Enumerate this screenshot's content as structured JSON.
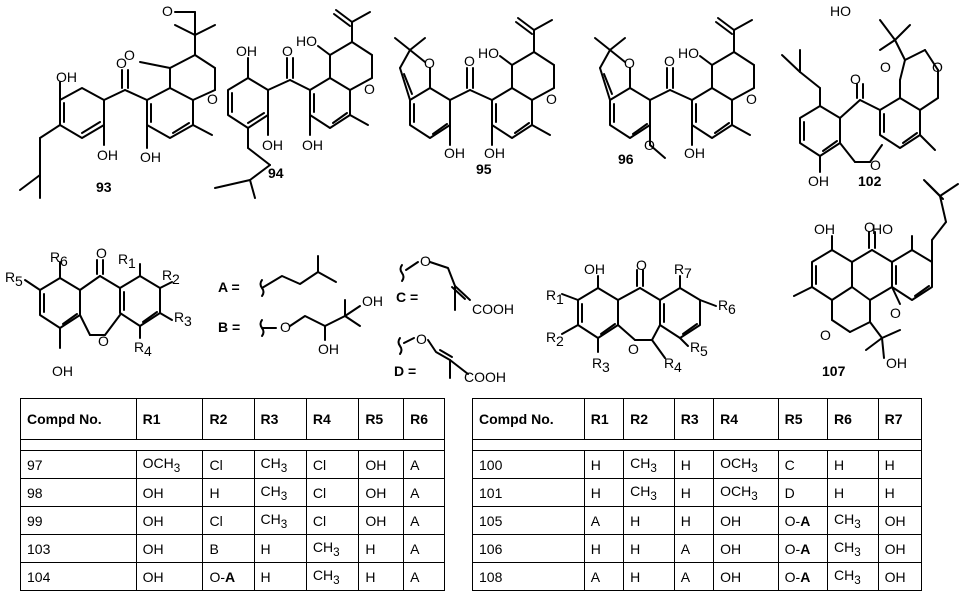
{
  "compound_labels": {
    "c93": "93",
    "c94": "94",
    "c95": "95",
    "c96": "96",
    "c102": "102",
    "c107": "107"
  },
  "atoms": {
    "OH": "OH",
    "O": "O",
    "HO": "HO",
    "COOH": "COOH"
  },
  "substituents": {
    "A": "A =",
    "B": "B =",
    "C": "C =",
    "D": "D ="
  },
  "r_labels": [
    "R",
    "1",
    "2",
    "3",
    "4",
    "5",
    "6",
    "7"
  ],
  "table_left": {
    "headers": [
      "Compd No.",
      "R1",
      "R2",
      "R3",
      "R4",
      "R5",
      "R6"
    ],
    "rows": [
      [
        "97",
        "OCH3",
        "Cl",
        "CH3",
        "Cl",
        "OH",
        "A"
      ],
      [
        "98",
        "OH",
        "H",
        "CH3",
        "Cl",
        "OH",
        "A"
      ],
      [
        "99",
        "OH",
        "Cl",
        "CH3",
        "Cl",
        "OH",
        "A"
      ],
      [
        "103",
        "OH",
        "B",
        "H",
        "CH3",
        "H",
        "A"
      ],
      [
        "104",
        "OH",
        "O-A",
        "H",
        "CH3",
        "H",
        "A"
      ]
    ]
  },
  "table_right": {
    "headers": [
      "Compd No.",
      "R1",
      "R2",
      "R3",
      "R4",
      "R5",
      "R6",
      "R7"
    ],
    "rows": [
      [
        "100",
        "H",
        "CH3",
        "H",
        "OCH3",
        "C",
        "H",
        "H"
      ],
      [
        "101",
        "H",
        "CH3",
        "H",
        "OCH3",
        "D",
        "H",
        "H"
      ],
      [
        "105",
        "A",
        "H",
        "H",
        "OH",
        "O-A",
        "CH3",
        "OH"
      ],
      [
        "106",
        "H",
        "H",
        "A",
        "OH",
        "O-A",
        "CH3",
        "OH"
      ],
      [
        "108",
        "A",
        "H",
        "A",
        "OH",
        "O-A",
        "CH3",
        "OH"
      ]
    ]
  }
}
